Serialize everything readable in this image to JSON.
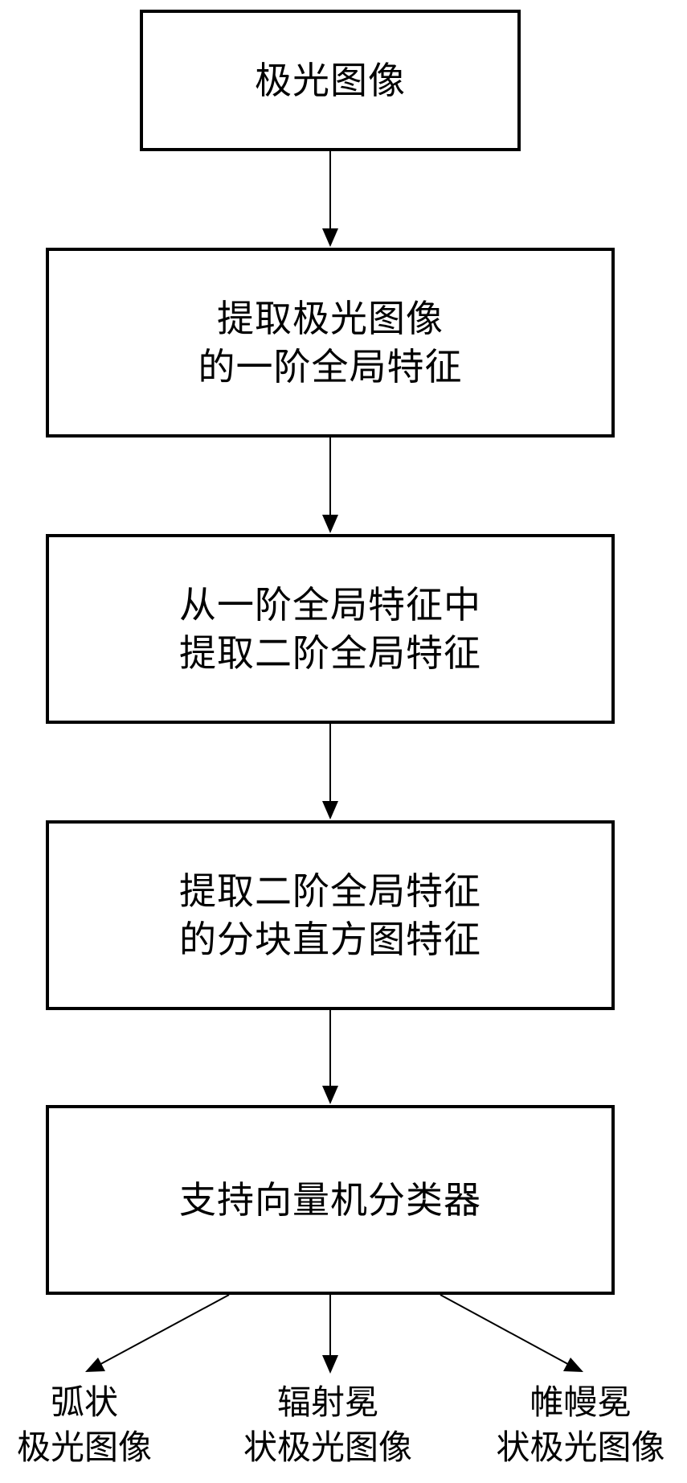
{
  "flowchart": {
    "steps": [
      {
        "lines": [
          "极光图像"
        ]
      },
      {
        "lines": [
          "提取极光图像",
          "的一阶全局特征"
        ]
      },
      {
        "lines": [
          "从一阶全局特征中",
          "提取二阶全局特征"
        ]
      },
      {
        "lines": [
          "提取二阶全局特征",
          "的分块直方图特征"
        ]
      },
      {
        "lines": [
          "支持向量机分类器"
        ]
      }
    ],
    "outputs": [
      {
        "lines": [
          "弧状",
          "极光图像"
        ]
      },
      {
        "lines": [
          "辐射冕",
          "状极光图像"
        ]
      },
      {
        "lines": [
          "帷幔冕",
          "状极光图像"
        ]
      }
    ]
  }
}
